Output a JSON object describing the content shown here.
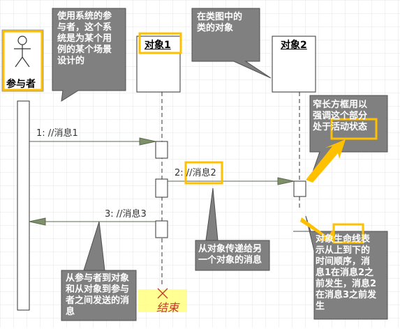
{
  "actor": {
    "label": "参与者"
  },
  "objects": [
    {
      "label": "对象1"
    },
    {
      "label": "对象2"
    }
  ],
  "messages": [
    {
      "label": "1: //消息1"
    },
    {
      "label": "2: //消息2"
    },
    {
      "label": "3: //消息3"
    }
  ],
  "notes": {
    "actor_note": "使用系统的参\n与者，这个系\n统是为某个用\n例的某个场景\n设计的",
    "class_object_note": "在类图中的\n类的对象",
    "activation_note": "窄长方框用以\n强调这个部分\n处于活动状态",
    "message_note": "从对象传递给另\n一个对象的消息",
    "actor_message_note": "从参与者到对象\n和从对象到参与\n者之间发送的消\n息",
    "lifeline_note": "对象生命线表\n示从上到下的\n时间顺序，消\n息1在消息2之\n前发生，消息2\n在消息3之前发\n生"
  },
  "handwriting": "结束",
  "colors": {
    "note_fill": "#808080",
    "note_border": "#505050",
    "highlight": "#ffc000",
    "arrow_fill": "#7f8f6a",
    "line": "#333333"
  }
}
